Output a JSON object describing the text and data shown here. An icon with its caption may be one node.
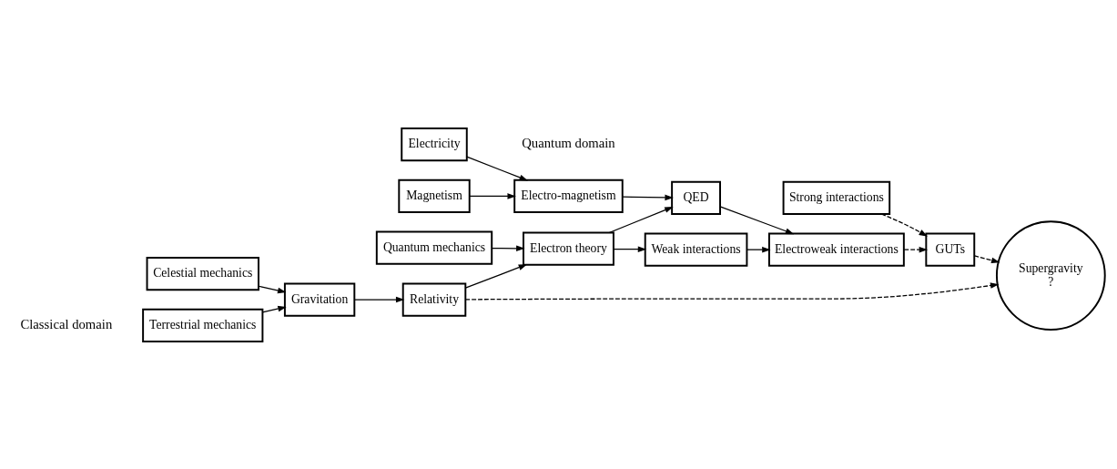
{
  "diagram": {
    "nodes": [
      {
        "text": [
          "Terrestrial mechanics"
        ]
      },
      {
        "text": [
          "Celestial mechanics"
        ]
      },
      {
        "text": [
          "Gravitation"
        ]
      },
      {
        "text": [
          "Relativity"
        ]
      },
      {
        "text": [
          "Quantum mechanics"
        ]
      },
      {
        "text": [
          "Electron theory"
        ]
      },
      {
        "text": [
          "Weak interactions"
        ]
      },
      {
        "text": [
          "Strong interactions"
        ]
      },
      {
        "text": [
          "Electroweak interactions"
        ]
      },
      {
        "text": [
          "GUTs"
        ]
      },
      {
        "text": [
          "Supergravity",
          "?"
        ]
      },
      {
        "text": [
          "Electricity"
        ]
      },
      {
        "text": [
          "Magnetism"
        ]
      },
      {
        "text": [
          "Electro-magnetism"
        ]
      },
      {
        "text": [
          "QED"
        ]
      }
    ],
    "edges": [
      {
        "from": 0,
        "to": 2,
        "arrow": "to"
      },
      {
        "from": 1,
        "to": 2,
        "arrow": "to"
      },
      {
        "from": 2,
        "to": 3,
        "arrow": "to"
      },
      {
        "from": 3,
        "to": 5,
        "arrow": "to"
      },
      {
        "from": 4,
        "to": 5,
        "arrow": "to"
      },
      {
        "from": 3,
        "to": 10,
        "arrow": "to",
        "style": "dashed"
      },
      {
        "from": 5,
        "to": 6,
        "arrow": "to"
      },
      {
        "from": 5,
        "to": 14,
        "arrow": "to"
      },
      {
        "from": 11,
        "to": 13,
        "arrow": "to"
      },
      {
        "from": 12,
        "to": 13,
        "arrow": "to"
      },
      {
        "from": 13,
        "to": 14,
        "arrow": "to"
      },
      {
        "from": 6,
        "to": 8,
        "arrow": "to"
      },
      {
        "from": 14,
        "to": 8,
        "arrow": "to"
      },
      {
        "from": 7,
        "to": 9,
        "arrow": "to",
        "style": "dashed"
      },
      {
        "from": 8,
        "to": 9,
        "arrow": "to",
        "style": "dashed"
      },
      {
        "from": 9,
        "to": 10,
        "arrow": "to",
        "style": "dashed"
      }
    ],
    "labels": [
      "Classical domain",
      "Quantum domain"
    ]
  }
}
